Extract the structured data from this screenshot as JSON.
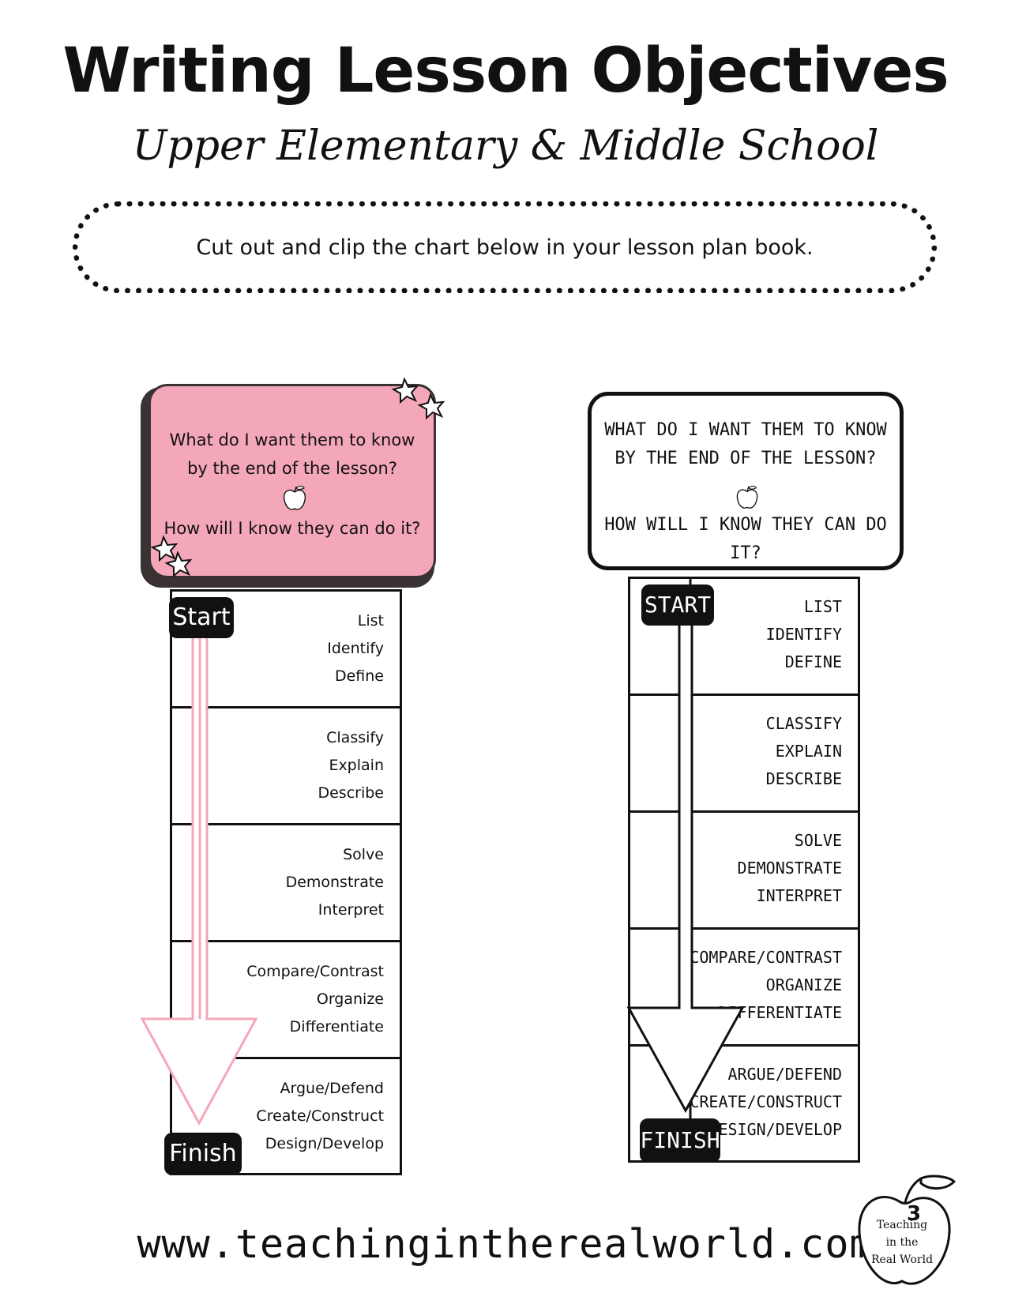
{
  "header": {
    "title": "Writing Lesson Objectives",
    "subtitle": "Upper Elementary & Middle School",
    "instruction": "Cut out and clip the chart below in your lesson plan book."
  },
  "left_chart": {
    "question1": "What do I want them to know by the end of the lesson?",
    "question2": "How will I know they can do it?",
    "start_label": "Start",
    "finish_label": "Finish",
    "rows": [
      [
        "List",
        "Identify",
        "Define"
      ],
      [
        "Classify",
        "Explain",
        "Describe"
      ],
      [
        "Solve",
        "Demonstrate",
        "Interpret"
      ],
      [
        "Compare/Contrast",
        "Organize",
        "Differentiate"
      ],
      [
        "Argue/Defend",
        "Create/Construct",
        "Design/Develop"
      ]
    ]
  },
  "right_chart": {
    "question1_line1": "WHAT DO I WANT THEM TO KNOW",
    "question1_line2": "BY THE END OF THE LESSON?",
    "question2": "HOW WILL I KNOW THEY CAN DO IT?",
    "start_label": "START",
    "finish_label": "FINISH",
    "rows": [
      [
        "LIST",
        "IDENTIFY",
        "DEFINE"
      ],
      [
        "CLASSIFY",
        "EXPLAIN",
        "DESCRIBE"
      ],
      [
        "SOLVE",
        "DEMONSTRATE",
        "INTERPRET"
      ],
      [
        "COMPARE/CONTRAST",
        "ORGANIZE",
        "DIFFERENTIATE"
      ],
      [
        "ARGUE/DEFEND",
        "CREATE/CONSTRUCT",
        "DESIGN/DEVELOP"
      ]
    ]
  },
  "footer": {
    "url": "www.teachingintherealworld.com",
    "logo_line1": "Teaching",
    "logo_line2": "in the",
    "logo_line3": "Real World",
    "logo_number": "3"
  },
  "colors": {
    "pink": "#f4a7b9",
    "dark": "#3a3232"
  }
}
